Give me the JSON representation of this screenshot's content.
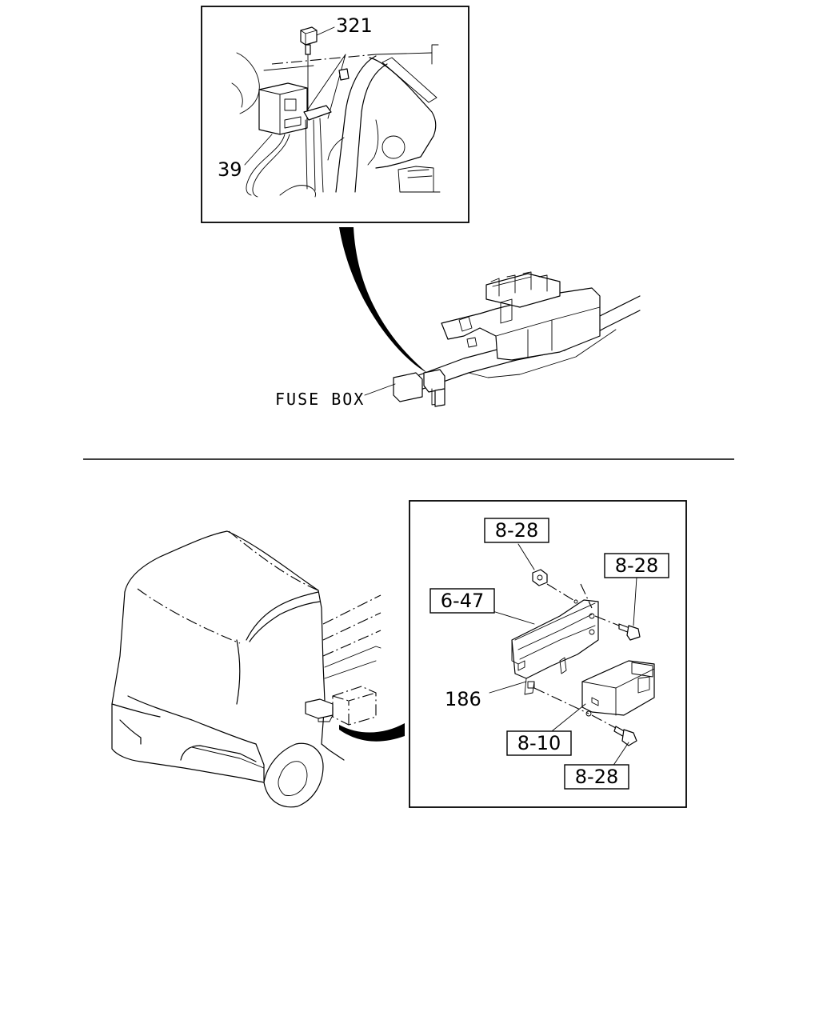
{
  "upper_view": {
    "callouts": {
      "part_321": "321",
      "part_39": "39",
      "fuse_box": "FUSE BOX"
    }
  },
  "lower_view": {
    "callouts": {
      "ref_8_28_top": "8-28",
      "ref_8_28_right": "8-28",
      "ref_6_47": "6-47",
      "part_186": "186",
      "ref_8_10": "8-10",
      "ref_8_28_bottom": "8-28"
    }
  }
}
